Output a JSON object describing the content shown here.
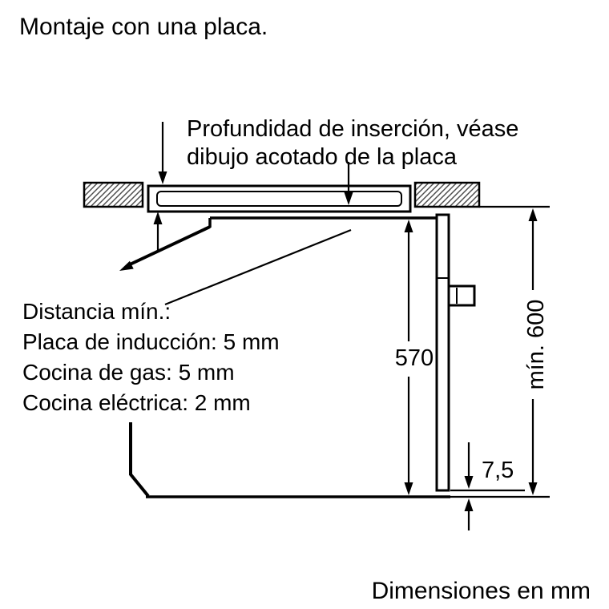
{
  "title": "Montaje con una placa.",
  "insertion_note": {
    "line1": "Profundidad de inserción, véase",
    "line2": "dibujo acotado de la placa"
  },
  "clearance_note": {
    "heading": "Distancia mín.:",
    "induction": "Placa de inducción: 5 mm",
    "gas": "Cocina de gas: 5 mm",
    "electric": "Cocina eléctrica: 2 mm"
  },
  "dimensions": {
    "oven_height": "570",
    "min_installation_height": "mín. 600",
    "bottom_clearance": "7,5"
  },
  "footer": "Dimensiones en mm",
  "colors": {
    "line": "#000000",
    "text": "#000000",
    "background": "#ffffff",
    "hatch": "#4d4d4d"
  }
}
